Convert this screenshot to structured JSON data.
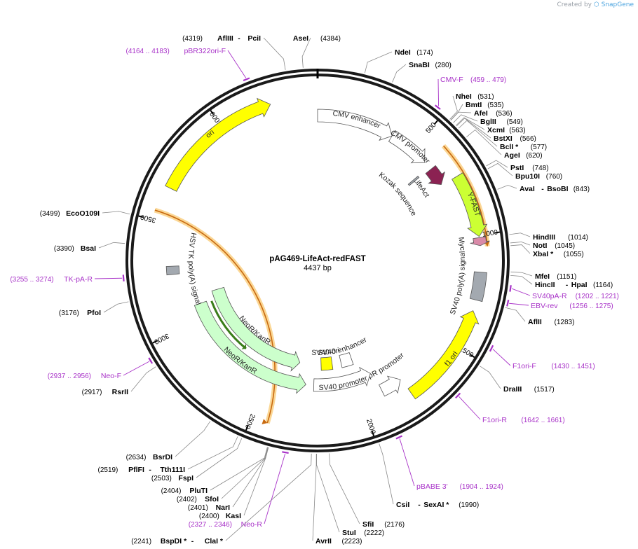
{
  "credit": {
    "prefix": "Created by",
    "brand": "SnapGene"
  },
  "plasmid": {
    "name": "pAG469-LifeAct-redFAST",
    "length_label": "4437 bp",
    "length": 4437
  },
  "colors": {
    "backbone": "#1a1a1a",
    "primer": "#a832c8",
    "yellow": "#ffff00",
    "lightgreen": "#ccffcc",
    "lime": "#ccff33",
    "maroon": "#8b2252",
    "gray": "#a3a9b0",
    "pink": "#d98aa8",
    "orange": "#f0a030",
    "white": "#ffffff",
    "darkgreen": "#3a7d1a"
  },
  "ticks": [
    {
      "bp": 500,
      "label": "500"
    },
    {
      "bp": 1000,
      "label": "1000"
    },
    {
      "bp": 1500,
      "label": "1500"
    },
    {
      "bp": 2000,
      "label": "2000"
    },
    {
      "bp": 2500,
      "label": "2500"
    },
    {
      "bp": 3000,
      "label": "3000"
    },
    {
      "bp": 3500,
      "label": "3500"
    },
    {
      "bp": 4000,
      "label": "4000"
    }
  ],
  "enzymes": [
    {
      "name": "AseI",
      "pos": "(4384)"
    },
    {
      "name": "AflIII",
      "name2": "PciI",
      "pos": "(4319)"
    },
    {
      "name": "NdeI",
      "pos": "(174)"
    },
    {
      "name": "SnaBI",
      "pos": "(280)"
    },
    {
      "name": "NheI",
      "pos": "(531)"
    },
    {
      "name": "BmtI",
      "pos": "(535)"
    },
    {
      "name": "AfeI",
      "pos": "(536)"
    },
    {
      "name": "BglII",
      "pos": "(549)"
    },
    {
      "name": "XcmI",
      "pos": "(563)"
    },
    {
      "name": "BstXI",
      "pos": "(566)"
    },
    {
      "name": "BclI *",
      "pos": "(577)"
    },
    {
      "name": "AgeI",
      "pos": "(620)"
    },
    {
      "name": "PstI",
      "pos": "(748)"
    },
    {
      "name": "Bpu10I",
      "pos": "(760)"
    },
    {
      "name": "AvaI",
      "name2": "BsoBI",
      "pos": "(843)"
    },
    {
      "name": "HindIII",
      "pos": "(1014)"
    },
    {
      "name": "NotI",
      "pos": "(1045)"
    },
    {
      "name": "XbaI *",
      "pos": "(1055)"
    },
    {
      "name": "MfeI",
      "pos": "(1151)"
    },
    {
      "name": "HincII",
      "name2": "HpaI",
      "pos": "(1164)"
    },
    {
      "name": "AflII",
      "pos": "(1283)"
    },
    {
      "name": "DraIII",
      "pos": "(1517)"
    },
    {
      "name": "CsiI",
      "name2": "SexAI *",
      "pos": "(1990)"
    },
    {
      "name": "SfiI",
      "pos": "(2176)"
    },
    {
      "name": "StuI",
      "pos": "(2222)"
    },
    {
      "name": "AvrII",
      "pos": "(2223)"
    },
    {
      "name": "BspDI *",
      "name2": "ClaI *",
      "pos": "(2241)"
    },
    {
      "name": "KasI",
      "pos": "(2400)"
    },
    {
      "name": "NarI",
      "pos": "(2401)"
    },
    {
      "name": "SfoI",
      "pos": "(2402)"
    },
    {
      "name": "PluTI",
      "pos": "(2404)"
    },
    {
      "name": "FspI",
      "pos": "(2503)"
    },
    {
      "name": "PflFI",
      "name2": "Tth111I",
      "pos": "(2519)"
    },
    {
      "name": "BsrDI",
      "pos": "(2634)"
    },
    {
      "name": "RsrII",
      "pos": "(2917)"
    },
    {
      "name": "PfoI",
      "pos": "(3176)"
    },
    {
      "name": "BsaI",
      "pos": "(3390)"
    },
    {
      "name": "EcoO109I",
      "pos": "(3499)"
    }
  ],
  "primers": [
    {
      "name": "pBR322ori-F",
      "range": "(4164 .. 4183)"
    },
    {
      "name": "CMV-F",
      "range": "(459 .. 479)"
    },
    {
      "name": "SV40pA-R",
      "range": "(1202 .. 1221)"
    },
    {
      "name": "EBV-rev",
      "range": "(1256 .. 1275)"
    },
    {
      "name": "F1ori-F",
      "range": "(1430 .. 1451)"
    },
    {
      "name": "F1ori-R",
      "range": "(1642 .. 1661)"
    },
    {
      "name": "pBABE 3'",
      "range": "(1904 .. 1924)"
    },
    {
      "name": "Neo-R",
      "range": "(2327 .. 2346)"
    },
    {
      "name": "Neo-F",
      "range": "(2937 .. 2956)"
    },
    {
      "name": "TK-pA-R",
      "range": "(3255 .. 3274)"
    }
  ],
  "features": [
    {
      "name": "CMV enhancer",
      "start": 0,
      "end": 380,
      "dir": 1,
      "color": "white",
      "ring": "r2"
    },
    {
      "name": "CMV promoter",
      "start": 380,
      "end": 585,
      "dir": 1,
      "color": "white",
      "ring": "r2"
    },
    {
      "name": "LifeAct",
      "start": 630,
      "end": 720,
      "dir": 1,
      "color": "maroon",
      "ring": "r2"
    },
    {
      "name": "Kozak sequence",
      "start": 615,
      "end": 625,
      "dir": 0,
      "color": "gray",
      "ring": "r3"
    },
    {
      "name": "Y-FAST",
      "start": 725,
      "end": 1005,
      "dir": 1,
      "color": "lime",
      "ring": "r1"
    },
    {
      "name": "Myc",
      "start": 1010,
      "end": 1045,
      "dir": 1,
      "color": "pink",
      "ring": "r1"
    },
    {
      "name": "SV40 poly(A) signal",
      "start": 1160,
      "end": 1282,
      "dir": 0,
      "color": "gray",
      "ring": "r1"
    },
    {
      "name": "f1 ori",
      "start": 1330,
      "end": 1785,
      "dir": -1,
      "color": "yellow",
      "ring": "r1"
    },
    {
      "name": "AmpR promoter",
      "start": 1790,
      "end": 1895,
      "dir": -1,
      "color": "white",
      "ring": "r2"
    },
    {
      "name": "SV40 promoter",
      "start": 1910,
      "end": 2240,
      "dir": -1,
      "color": "white",
      "ring": "r3"
    },
    {
      "name": "SV40 enhancer",
      "start": 1985,
      "end": 2060,
      "dir": 0,
      "color": "white",
      "ring": "r4"
    },
    {
      "name": "SV40 ori",
      "start": 2120,
      "end": 2195,
      "dir": 0,
      "color": "yellow",
      "ring": "r4"
    },
    {
      "name": "NeoR/KanR",
      "start": 2285,
      "end": 3080,
      "dir": -1,
      "color": "lightgreen",
      "ring": "r3"
    },
    {
      "name": "NeoR/KanR",
      "start": 2340,
      "end": 3130,
      "dir": -1,
      "color": "lightgreen",
      "ring": "r4"
    },
    {
      "name": "HSV TK poly(A) signal",
      "start": 3260,
      "end": 3300,
      "dir": 0,
      "color": "gray",
      "ring": "r2"
    },
    {
      "name": "ori",
      "start": 3650,
      "end": 4230,
      "dir": 1,
      "color": "yellow",
      "ring": "r1"
    }
  ],
  "orfs": [
    {
      "start": 587,
      "end": 1050,
      "dir": 1
    },
    {
      "start": 2430,
      "end": 3540,
      "dir": -1
    }
  ],
  "green_arrow": {
    "start": 2700,
    "end": 3070,
    "dir": -1
  }
}
